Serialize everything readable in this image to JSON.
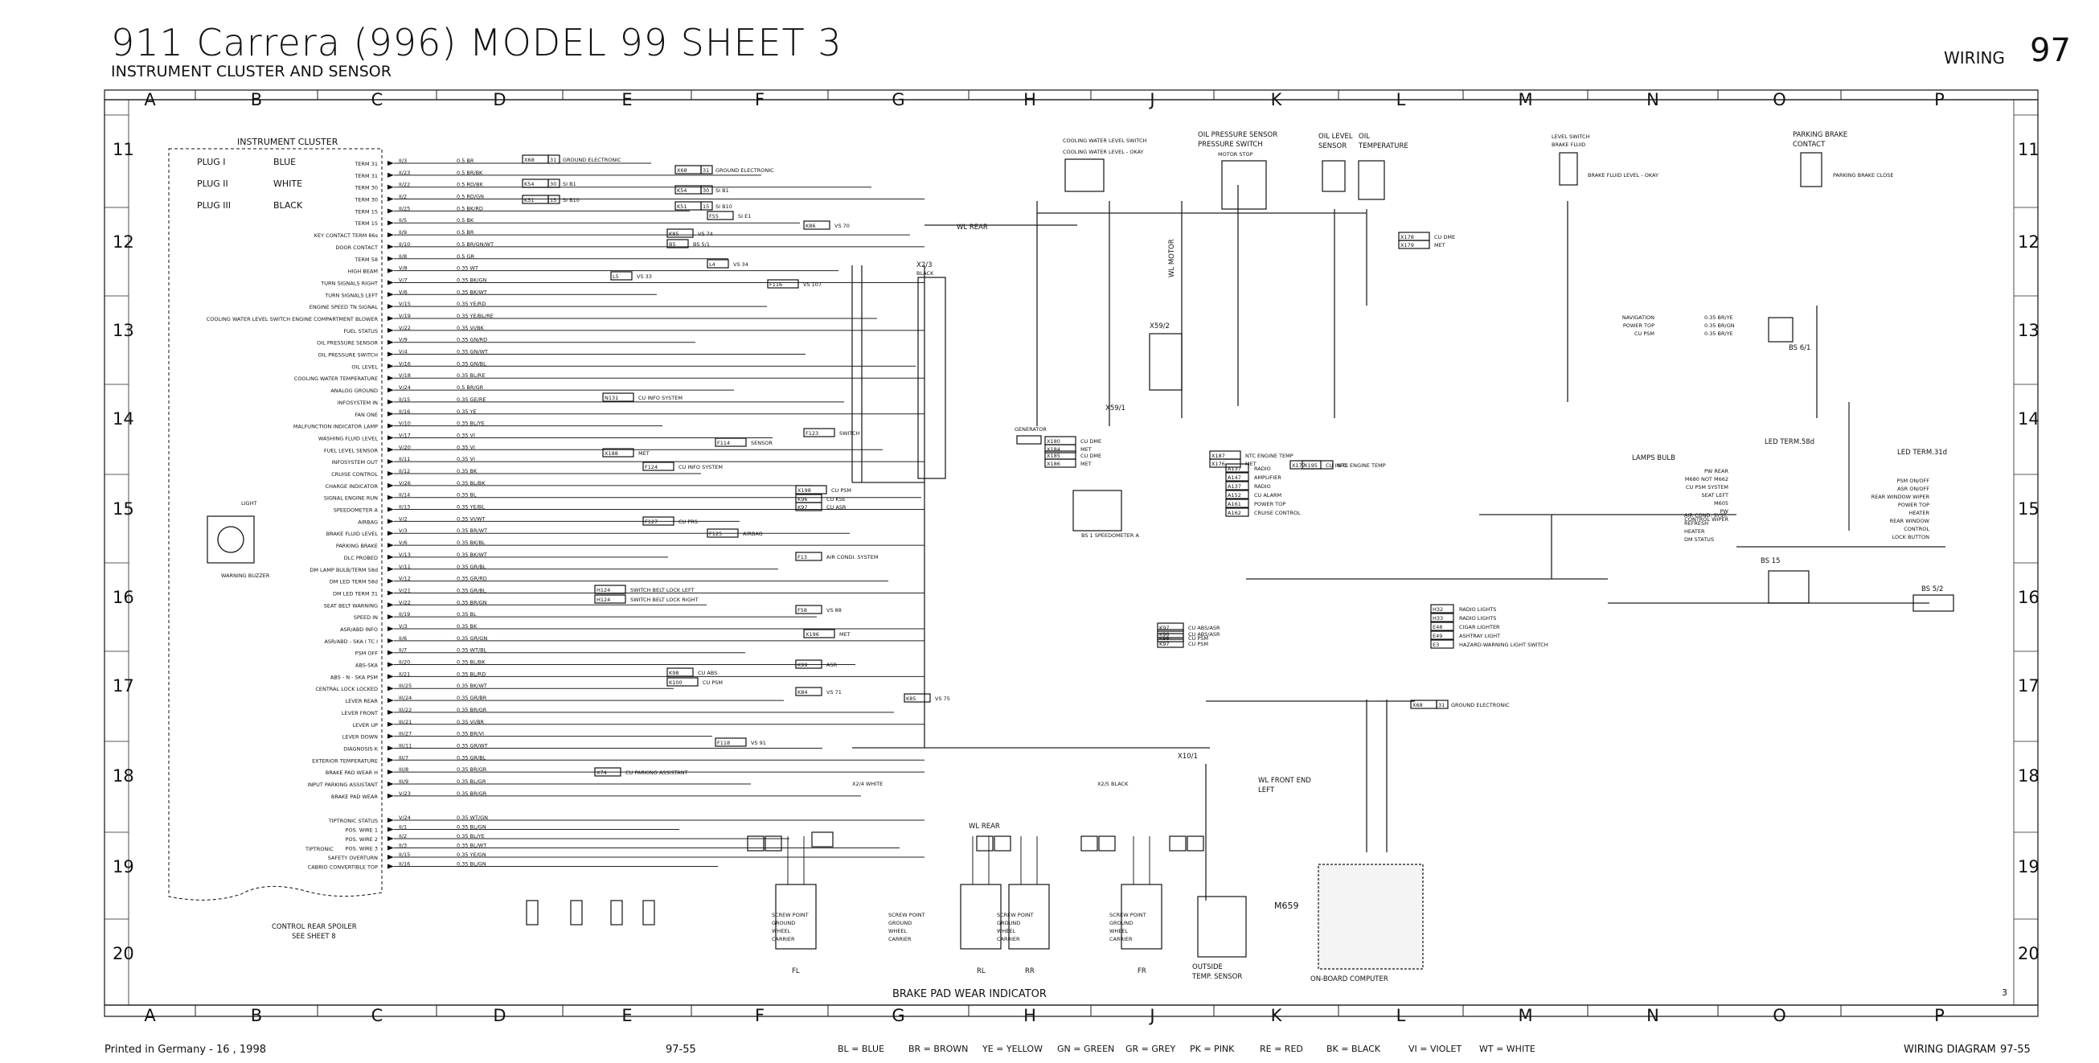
{
  "header": {
    "model_line": "911 Carrera  (996)    MODEL 99  SHEET 3",
    "subtitle": "INSTRUMENT CLUSTER AND SENSOR",
    "section": "WIRING",
    "page": "97"
  },
  "grid": {
    "columns": [
      "A",
      "B",
      "C",
      "D",
      "E",
      "F",
      "G",
      "H",
      "J",
      "K",
      "L",
      "M",
      "N",
      "O",
      "P"
    ],
    "rows": [
      "11",
      "12",
      "13",
      "14",
      "15",
      "16",
      "17",
      "18",
      "19",
      "20"
    ],
    "corner_mark": "3"
  },
  "cluster": {
    "title": "INSTRUMENT CLUSTER",
    "plugs": [
      {
        "name": "PLUG I",
        "color": "BLUE"
      },
      {
        "name": "PLUG II",
        "color": "WHITE"
      },
      {
        "name": "PLUG III",
        "color": "BLACK"
      }
    ],
    "pins": [
      {
        "label": "TERM 31",
        "pin": "II/3",
        "wire": "0.5 BR"
      },
      {
        "label": "TERM 31",
        "pin": "II/23",
        "wire": "0.5 BR/BK"
      },
      {
        "label": "TERM 30",
        "pin": "II/22",
        "wire": "0.5 RD/BK"
      },
      {
        "label": "TERM 30",
        "pin": "II/2",
        "wire": "0.5 RD/GN"
      },
      {
        "label": "TERM 15",
        "pin": "II/25",
        "wire": "0.5 BK/RD"
      },
      {
        "label": "TERM 15",
        "pin": "II/5",
        "wire": "0.5 BK"
      },
      {
        "label": "KEY CONTACT TERM 86s",
        "pin": "II/9",
        "wire": "0.5 BR"
      },
      {
        "label": "DOOR CONTACT",
        "pin": "II/10",
        "wire": "0.5 BR/GN/WT"
      },
      {
        "label": "TERM 58",
        "pin": "II/8",
        "wire": "0.5 GR"
      },
      {
        "label": "HIGH BEAM",
        "pin": "V/8",
        "wire": "0.35 WT"
      },
      {
        "label": "TURN SIGNALS RIGHT",
        "pin": "V/7",
        "wire": "0.35 BK/GN"
      },
      {
        "label": "TURN SIGNALS LEFT",
        "pin": "V/6",
        "wire": "0.35 BK/WT"
      },
      {
        "label": "ENGINE SPEED TN SIGNAL",
        "pin": "V/15",
        "wire": "0.35 YE/RD"
      },
      {
        "label": "COOLING WATER LEVEL SWITCH   ENGINE COMPARTMENT BLOWER",
        "pin": "V/19",
        "wire": "0.35 YE/BL/RE"
      },
      {
        "label": "FUEL STATUS",
        "pin": "V/22",
        "wire": "0.35 VI/BK"
      },
      {
        "label": "OIL PRESSURE SENSOR",
        "pin": "V/9",
        "wire": "0.35 GN/RD"
      },
      {
        "label": "OIL PRESSURE SWITCH",
        "pin": "V/4",
        "wire": "0.35 GN/WT"
      },
      {
        "label": "OIL LEVEL",
        "pin": "V/16",
        "wire": "0.35 GN/BL"
      },
      {
        "label": "COOLING WATER TEMPERATURE",
        "pin": "V/18",
        "wire": "0.35 BL/RE"
      },
      {
        "label": "ANALOG GROUND",
        "pin": "V/24",
        "wire": "0.5 BR/GR"
      },
      {
        "label": "INFOSYSTEM IN",
        "pin": "II/15",
        "wire": "0.35 GE/RE"
      },
      {
        "label": "FAN ONE",
        "pin": "II/16",
        "wire": "0.35 YE"
      },
      {
        "label": "MALFUNCTION INDICATOR LAMP",
        "pin": "V/10",
        "wire": "0.35 BL/YE"
      },
      {
        "label": "WASHING FLUID LEVEL",
        "pin": "V/17",
        "wire": "0.35 VI"
      },
      {
        "label": "FUEL LEVEL SENSOR",
        "pin": "V/20",
        "wire": "0.35 VI"
      },
      {
        "label": "INFOSYSTEM OUT",
        "pin": "II/11",
        "wire": "0.35 VI"
      },
      {
        "label": "CRUISE CONTROL",
        "pin": "II/12",
        "wire": "0.35 BK"
      },
      {
        "label": "CHARGE INDICATOR",
        "pin": "V/26",
        "wire": "0.35 BL/BK"
      },
      {
        "label": "SIGNAL ENGINE RUN",
        "pin": "II/14",
        "wire": "0.35 BL"
      },
      {
        "label": "SPEEDOMETER A",
        "pin": "II/13",
        "wire": "0.35 YE/BL"
      },
      {
        "label": "AIRBAG",
        "pin": "V/2",
        "wire": "0.35 VI/WT"
      },
      {
        "label": "BRAKE FLUID LEVEL",
        "pin": "V/3",
        "wire": "0.35 BR/WT"
      },
      {
        "label": "PARKING BRAKE",
        "pin": "V/6",
        "wire": "0.35 BK/BL"
      },
      {
        "label": "DLC PROBED",
        "pin": "V/13",
        "wire": "0.35 BK/WT"
      },
      {
        "label": "DM LAMP BULB/TERM 58d",
        "pin": "V/11",
        "wire": "0.35 GR/BL"
      },
      {
        "label": "DM LED TERM 58d",
        "pin": "V/12",
        "wire": "0.35 GR/RD"
      },
      {
        "label": "DM LED TERM 31",
        "pin": "V/21",
        "wire": "0.35 GR/BL"
      },
      {
        "label": "SEAT BELT WARNING",
        "pin": "V/22",
        "wire": "0.35 BR/GN"
      },
      {
        "label": "SPEED IN",
        "pin": "II/19",
        "wire": "0.35 BL"
      },
      {
        "label": "ASR/ABD INFO",
        "pin": "V/3",
        "wire": "0.35 BK"
      },
      {
        "label": "ASR/ABD - SKA I TC I",
        "pin": "II/6",
        "wire": "0.35 GR/GN"
      },
      {
        "label": "PSM OFF",
        "pin": "II/7",
        "wire": "0.35 WT/BL"
      },
      {
        "label": "ABS-SKA",
        "pin": "II/20",
        "wire": "0.35 BL/BK"
      },
      {
        "label": "ABS - N - SKA PSM",
        "pin": "II/21",
        "wire": "0.35 BL/RD"
      },
      {
        "label": "CENTRAL LOCK LOCKED",
        "pin": "III/25",
        "wire": "0.35 BK/WT"
      },
      {
        "label": "LEVER REAR",
        "pin": "III/24",
        "wire": "0.35 GR/BR"
      },
      {
        "label": "LEVER FRONT",
        "pin": "III/22",
        "wire": "0.35 BR/GR"
      },
      {
        "label": "LEVER UP",
        "pin": "III/21",
        "wire": "0.35 VI/BR"
      },
      {
        "label": "LEVER DOWN",
        "pin": "III/27",
        "wire": "0.35 BR/VI"
      },
      {
        "label": "DIAGNOSIS K",
        "pin": "III/11",
        "wire": "0.35 GR/WT"
      },
      {
        "label": "EXTERIOR TEMPERATURE",
        "pin": "III/7",
        "wire": "0.35 GR/BL"
      },
      {
        "label": "BRAKE PAD WEAR H",
        "pin": "III/8",
        "wire": "0.35 BR/GR"
      },
      {
        "label": "INPUT PARKING ASSISTANT",
        "pin": "III/9",
        "wire": "0.35 BL/GR"
      },
      {
        "label": "BRAKE PAD WEAR",
        "pin": "V/23",
        "wire": "0.35 BR/GR"
      },
      {
        "label": "TIPTRONIC STATUS",
        "pin": "V/24",
        "wire": "0.35 WT/GN"
      },
      {
        "label": "POS. WIRE 1",
        "pin": "II/1",
        "wire": "0.35 BL/GN"
      },
      {
        "label": "POS. WIRE 2",
        "pin": "II/2",
        "wire": "0.35 BL/YE"
      },
      {
        "label": "POS. WIRE 3",
        "pin": "II/3",
        "wire": "0.35 BL/WT"
      },
      {
        "label": "SAFETY OVERTURN",
        "pin": "II/15",
        "wire": "0.35 YE/GN"
      },
      {
        "label": "CABRIO CONVERTIBLE TOP",
        "pin": "II/16",
        "wire": "0.35 BL/GN"
      }
    ],
    "tiptronic_label": "TIPTRONIC"
  },
  "components": {
    "buzzer": {
      "top": "LIGHT",
      "bottom": "WARNING BUZZER"
    },
    "cooling_switch": [
      "COOLING WATER LEVEL SWITCH",
      "COOLING WATER LEVEL - OKAY"
    ],
    "oil_pressure": [
      "OIL PRESSURE SENSOR",
      "PRESSURE SWITCH",
      "MOTOR STOP"
    ],
    "oil_level": [
      "OIL LEVEL",
      "SENSOR"
    ],
    "oil_temp": [
      "OIL",
      "TEMPERATURE"
    ],
    "level_switch": [
      "LEVEL SWITCH",
      "BRAKE FLUID"
    ],
    "brake_fluid_label": "BRAKE FLUID LEVEL - OKAY",
    "parking_brake": [
      "PARKING BRAKE",
      "CONTACT"
    ],
    "parking_brake_close": "PARKING BRAKE CLOSE",
    "wl_rear": "WL REAR",
    "wl_motor": "WL MOTOR",
    "wl_front": [
      "WL FRONT END",
      "LEFT"
    ],
    "x2_3": [
      "X2/3",
      "BLACK"
    ],
    "x59_2": "X59/2",
    "x59_1": "X59/1",
    "x2_4": "X2/4  WHITE",
    "x2_5": "X2/5  BLACK",
    "x10_1": "X10/1",
    "bs1": "BS 1  SPEEDOMETER A",
    "bs6_1": "BS 6/1",
    "bs15": "BS 15",
    "bs5_2": "BS 5/2",
    "generator": "GENERATOR",
    "m659": "M659",
    "outside_temp": [
      "OUTSIDE",
      "TEMP. SENSOR"
    ],
    "on_board": "ON-BOARD COMPUTER",
    "control_spoiler": [
      "CONTROL REAR SPOILER",
      "SEE SHEET 8"
    ],
    "brake_pad_title": "BRAKE PAD  WEAR INDICATOR",
    "wheel_labels": [
      "FL",
      "RL",
      "RR",
      "FR"
    ],
    "ground_carrier": [
      "SCREW POINT",
      "GROUND",
      "WHEEL",
      "CARRIER"
    ],
    "lamps_bulb": "LAMPS BULB",
    "led_58d": "LED  TERM.58d",
    "led_31d": "LED  TERM.31d",
    "nav_block": [
      {
        "label": "NAVIGATION",
        "wire": "0.35 BR/YE"
      },
      {
        "label": "POWER TOP",
        "wire": "0.35 BR/GN"
      },
      {
        "label": "CU PSM",
        "wire": "0.35 BR/YE"
      }
    ],
    "hazard_block": [
      {
        "code": "H32",
        "label": "RADIO LIGHTS"
      },
      {
        "code": "H33",
        "label": "RADIO LIGHTS"
      },
      {
        "code": "E48",
        "label": "CIGAR LIGHTER"
      },
      {
        "code": "E49",
        "label": "ASHTRAY LIGHT"
      },
      {
        "code": "E3",
        "label": "HAZARD-WARNING LIGHT SWITCH"
      }
    ],
    "radio_block": [
      {
        "code": "A137",
        "label": "RADIO"
      },
      {
        "code": "A147",
        "label": "AMPLIFIER"
      },
      {
        "code": "A137",
        "label": "RADIO"
      },
      {
        "code": "A152",
        "label": "CU ALARM"
      },
      {
        "code": "A161",
        "label": "POWER TOP"
      },
      {
        "code": "A162",
        "label": "CRUISE CONTROL"
      }
    ],
    "aircon_block": [
      "AIR COND. SYST.",
      "REFRESH",
      "HEATER",
      "DM STATUS"
    ],
    "led31_block": [
      "PSM ON/OFF",
      "ASR ON/OFF",
      "REAR WINDOW WIPER",
      "POWER TOP",
      "HEATER",
      "REAR WINDOW",
      "CONTROL",
      "LOCK BUTTON"
    ],
    "led58_block": [
      "PW REAR",
      "M680 NOT M662",
      "CU PSM SYSTEM",
      "SEAT LEFT",
      "M605",
      "PW",
      "CONTROL WIPER"
    ]
  },
  "connectors": [
    {
      "code": "X68",
      "pin": "31",
      "desc": "GROUND ELECTRONIC"
    },
    {
      "code": "X68",
      "pin": "31",
      "desc": "GROUND ELECTRONIC"
    },
    {
      "code": "K54",
      "pin": "30",
      "desc": "SI B1"
    },
    {
      "code": "K54",
      "pin": "30",
      "desc": "SI B1"
    },
    {
      "code": "K51",
      "pin": "15",
      "desc": "SI B10"
    },
    {
      "code": "K51",
      "pin": "15",
      "desc": "SI B10"
    },
    {
      "code": "F55",
      "pin": "",
      "desc": "SI E1"
    },
    {
      "code": "K86",
      "pin": "",
      "desc": "VS 70"
    },
    {
      "code": "K85",
      "pin": "",
      "desc": "VS 74"
    },
    {
      "code": "B5",
      "pin": "",
      "desc": "BS 5/1"
    },
    {
      "code": "L4",
      "pin": "",
      "desc": "VS 34"
    },
    {
      "code": "L5",
      "pin": "",
      "desc": "VS 33"
    },
    {
      "code": "F116",
      "pin": "",
      "desc": "VS 107"
    },
    {
      "code": "N131",
      "pin": "",
      "desc": "CU INFO SYSTEM"
    },
    {
      "code": "F114",
      "pin": "",
      "desc": "SENSOR"
    },
    {
      "code": "F123",
      "pin": "",
      "desc": "SWITCH"
    },
    {
      "code": "X188",
      "pin": "",
      "desc": "MET"
    },
    {
      "code": "F124",
      "pin": "",
      "desc": "CU INFO SYSTEM"
    },
    {
      "code": "X198",
      "pin": "",
      "desc": "CU PSM"
    },
    {
      "code": "K96",
      "pin": "",
      "desc": "CU KSE"
    },
    {
      "code": "K97",
      "pin": "",
      "desc": "CU ASR"
    },
    {
      "code": "F127",
      "pin": "",
      "desc": "CU PRS"
    },
    {
      "code": "F125",
      "pin": "",
      "desc": "AIRBAG"
    },
    {
      "code": "F13",
      "pin": "",
      "desc": "AIR CONDI. SYSTEM"
    },
    {
      "code": "H124",
      "pin": "",
      "desc": "SWITCH BELT LOCK  LEFT"
    },
    {
      "code": "H124",
      "pin": "",
      "desc": "SWITCH BELT LOCK  RIGHT"
    },
    {
      "code": "F58",
      "pin": "",
      "desc": "VS 88"
    },
    {
      "code": "K97",
      "pin": "",
      "desc": "CU ABS/ASR"
    },
    {
      "code": "K98",
      "pin": "",
      "desc": "CU PSM"
    },
    {
      "code": "K99",
      "pin": "",
      "desc": "ASR"
    },
    {
      "code": "K98",
      "pin": "",
      "desc": "CU ABS"
    },
    {
      "code": "K100",
      "pin": "",
      "desc": "CU PSM"
    },
    {
      "code": "K84",
      "pin": "",
      "desc": "VS 71"
    },
    {
      "code": "K85",
      "pin": "",
      "desc": "VS 75"
    },
    {
      "code": "F118",
      "pin": "",
      "desc": "VS 91"
    },
    {
      "code": "X74",
      "pin": "",
      "desc": "CU PARKING ASSISTANT"
    },
    {
      "code": "K96",
      "pin": "",
      "desc": "CU ABS/ASR"
    },
    {
      "code": "K97",
      "pin": "",
      "desc": "CU PSM"
    },
    {
      "code": "X68",
      "pin": "31",
      "desc": "GROUND ELECTRONIC"
    },
    {
      "code": "X178",
      "pin": "",
      "desc": "CU DME"
    },
    {
      "code": "X179",
      "pin": "",
      "desc": "MET"
    },
    {
      "code": "X180",
      "pin": "",
      "desc": "CU DME"
    },
    {
      "code": "X184",
      "pin": "",
      "desc": "MET"
    },
    {
      "code": "X185",
      "pin": "",
      "desc": "CU DME"
    },
    {
      "code": "X186",
      "pin": "",
      "desc": "MET"
    },
    {
      "code": "X187",
      "pin": "",
      "desc": "NTC ENGINE TEMP"
    },
    {
      "code": "X176",
      "pin": "",
      "desc": "MET"
    },
    {
      "code": "X177",
      "pin": "",
      "desc": "CU INFO"
    },
    {
      "code": "X195",
      "pin": "",
      "desc": "NTC ENGINE TEMP"
    },
    {
      "code": "X196",
      "pin": "",
      "desc": "MET"
    }
  ],
  "legend": {
    "printed": "Printed in Germany - 16 , 1998",
    "sheet": "97-55",
    "colors": [
      "BL = BLUE",
      "BR = BROWN",
      "YE = YELLOW",
      "GN = GREEN",
      "GR = GREY",
      "PK = PINK",
      "RE = RED",
      "BK = BLACK",
      "VI = VIOLET",
      "WT = WHITE"
    ],
    "footer_title": "WIRING DIAGRAM",
    "footer_page": "97-55"
  }
}
